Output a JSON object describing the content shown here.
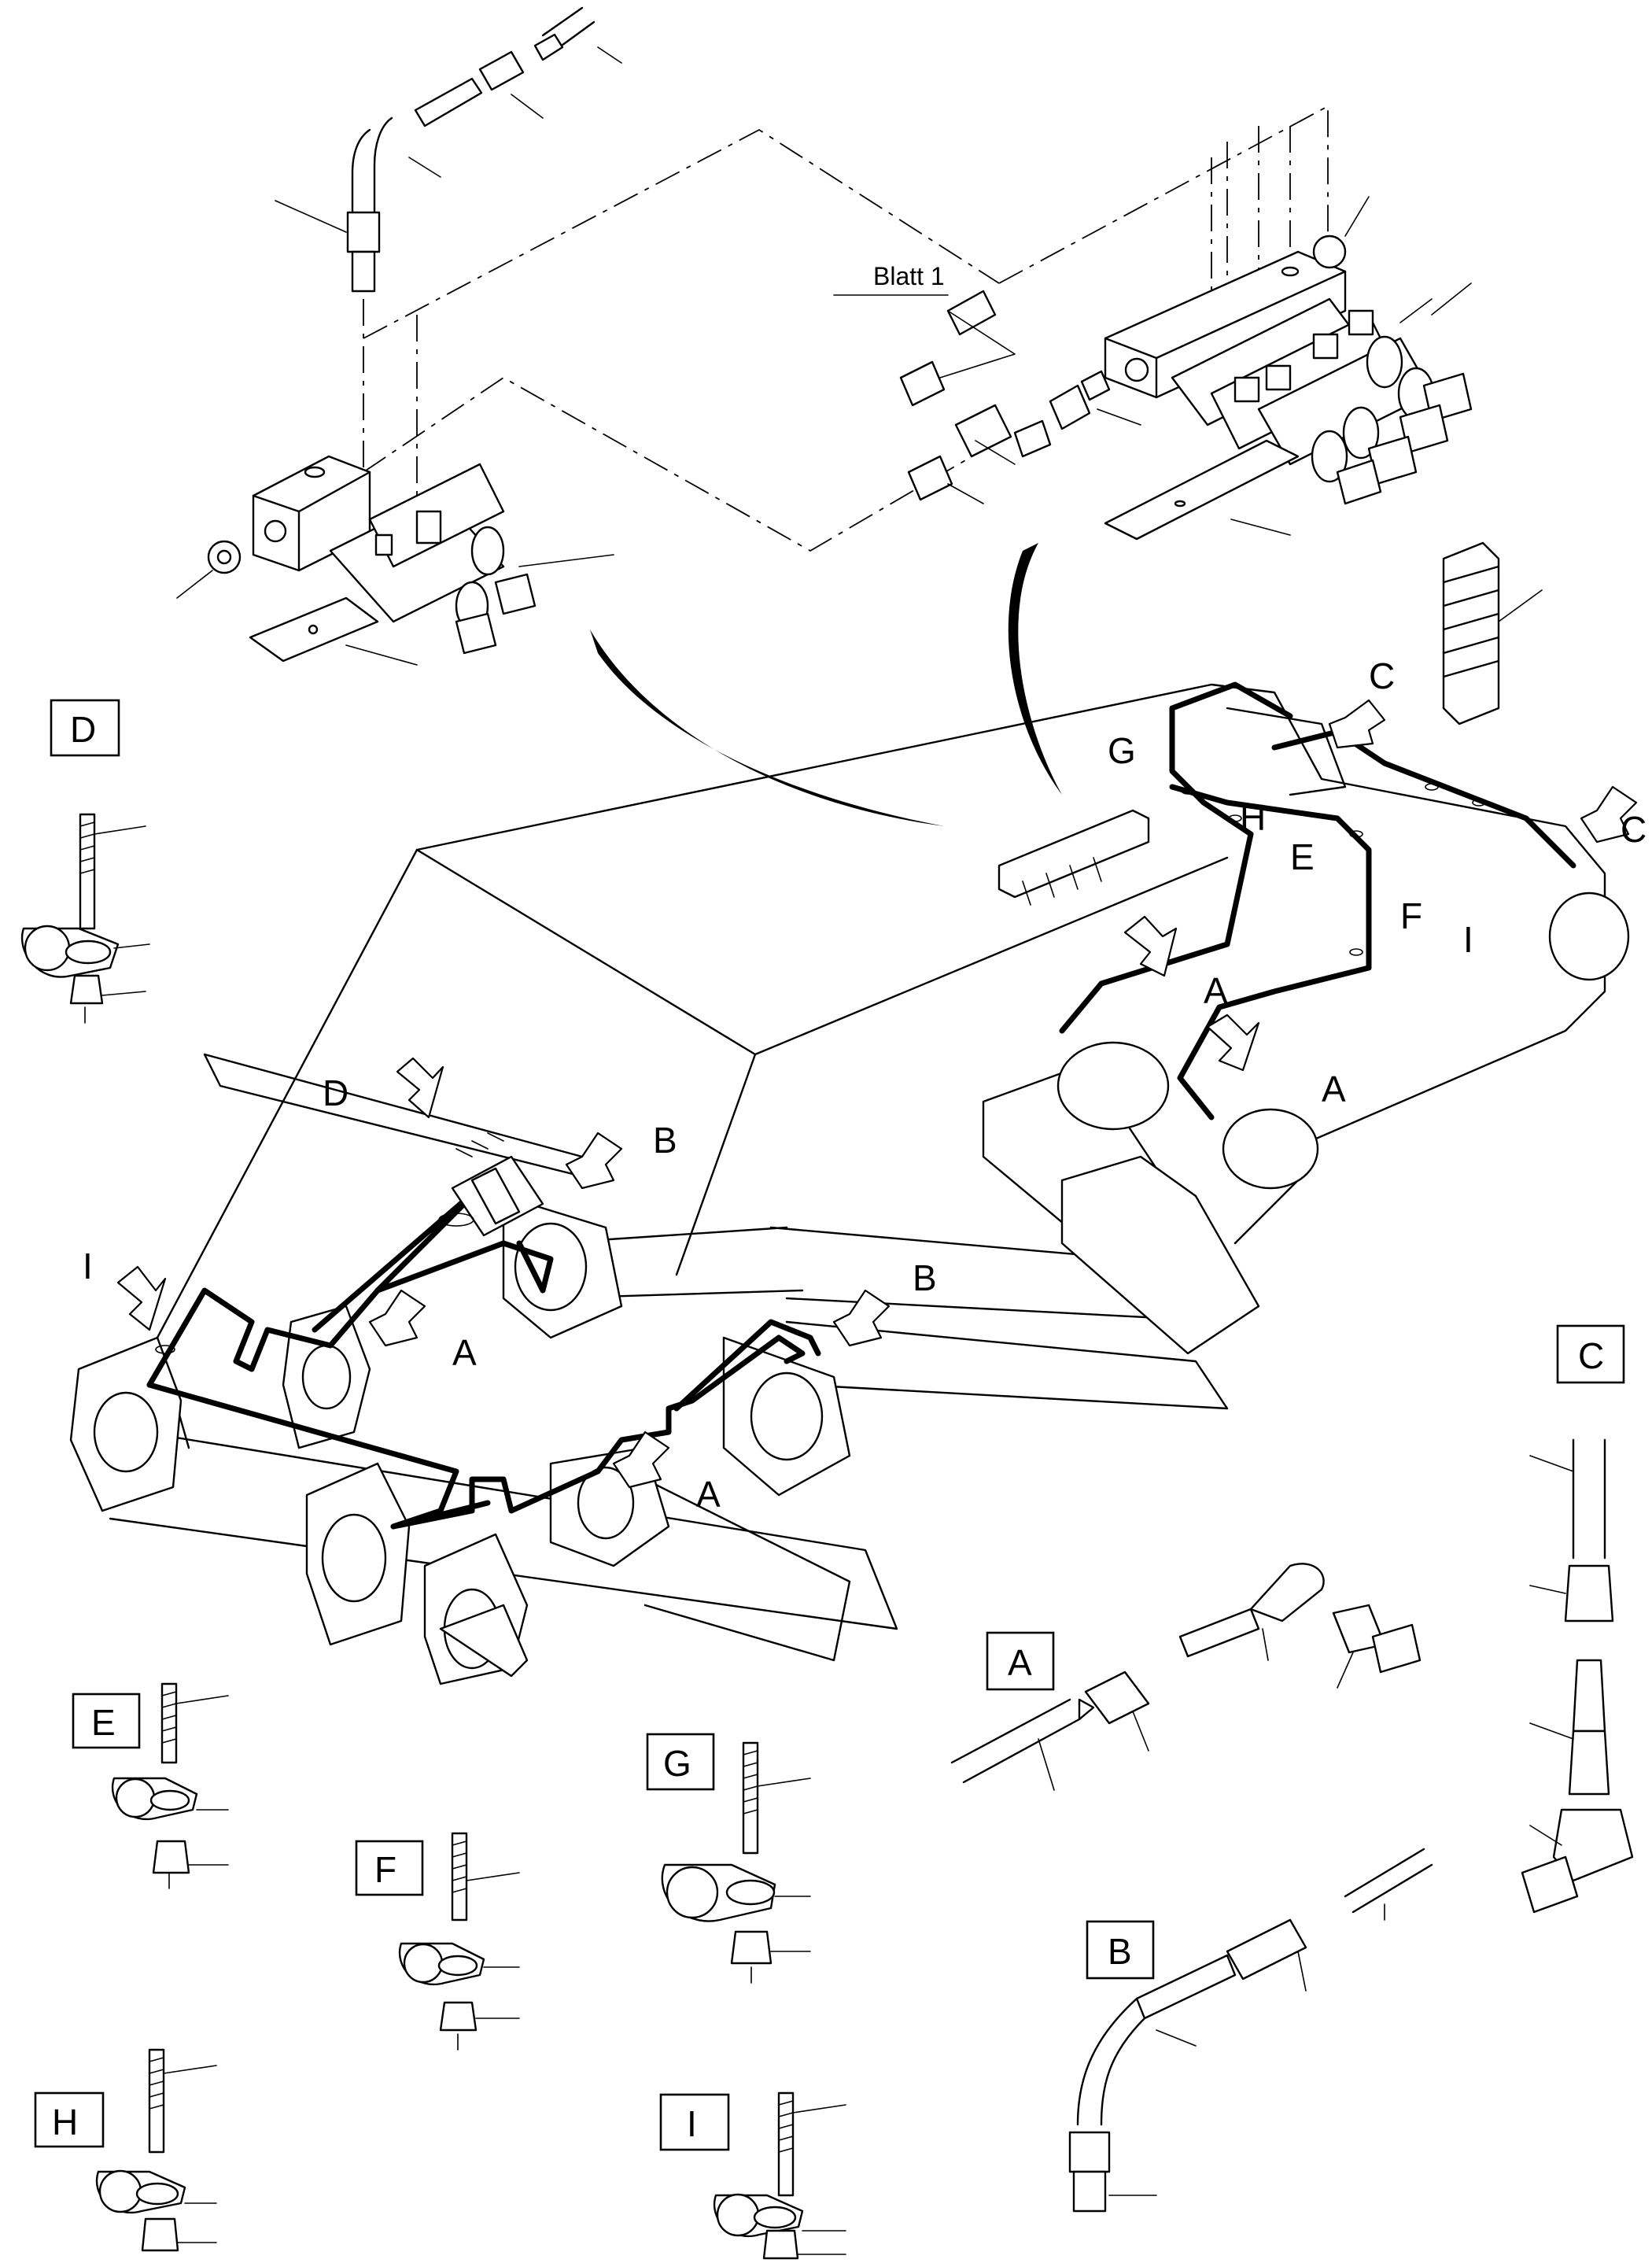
{
  "labels": {
    "blatt": "Blatt 1",
    "letters": {
      "A": "A",
      "B": "B",
      "C": "C",
      "D": "D",
      "E": "E",
      "F": "F",
      "G": "G",
      "H": "H",
      "I": "I"
    }
  },
  "detail_boxes": [
    "D",
    "E",
    "F",
    "G",
    "H",
    "I",
    "A",
    "B",
    "C"
  ]
}
